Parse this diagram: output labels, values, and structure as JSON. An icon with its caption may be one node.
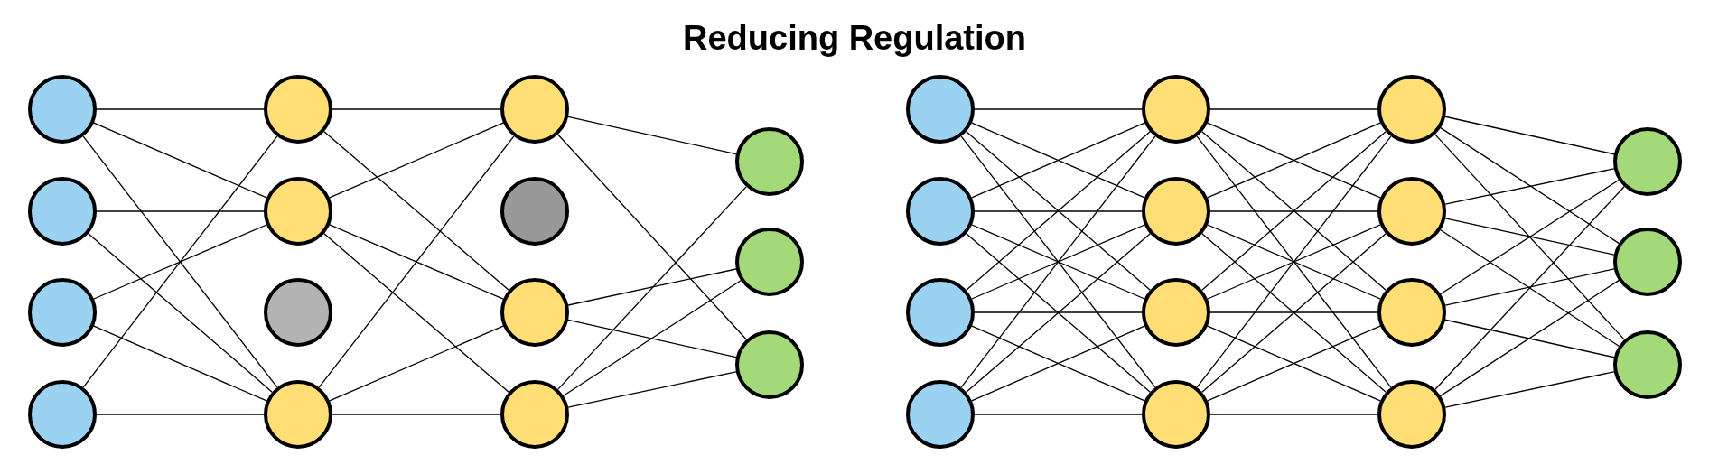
{
  "diagram": {
    "title": "Reducing Regulation",
    "nodes": [
      {
        "text": [],
        "shape": "circle"
      },
      {
        "text": [],
        "shape": "circle"
      },
      {
        "text": [],
        "shape": "circle"
      },
      {
        "text": [],
        "shape": "circle"
      },
      {
        "text": [],
        "shape": "circle"
      },
      {
        "text": [],
        "shape": "circle"
      },
      {
        "text": [],
        "shape": "circle"
      },
      {
        "text": [],
        "shape": "circle"
      },
      {
        "text": [],
        "shape": "circle"
      },
      {
        "text": [],
        "shape": "circle"
      },
      {
        "text": [],
        "shape": "circle"
      },
      {
        "text": [],
        "shape": "circle"
      },
      {
        "text": [],
        "shape": "circle"
      },
      {
        "text": [],
        "shape": "circle"
      },
      {
        "text": [],
        "shape": "circle"
      },
      {
        "text": [],
        "shape": "circle"
      },
      {
        "text": [],
        "shape": "circle"
      },
      {
        "text": [],
        "shape": "circle"
      },
      {
        "text": [],
        "shape": "circle"
      },
      {
        "text": [],
        "shape": "circle"
      },
      {
        "text": [],
        "shape": "circle"
      },
      {
        "text": [],
        "shape": "circle"
      },
      {
        "text": [],
        "shape": "circle"
      },
      {
        "text": [],
        "shape": "circle"
      },
      {
        "text": [],
        "shape": "circle"
      },
      {
        "text": [],
        "shape": "circle"
      },
      {
        "text": [],
        "shape": "circle"
      },
      {
        "text": [],
        "shape": "circle"
      },
      {
        "text": [],
        "shape": "circle"
      },
      {
        "text": [],
        "shape": "circle"
      }
    ],
    "edges": [
      {
        "from": 0,
        "to": 4,
        "arrow": "none"
      },
      {
        "from": 0,
        "to": 5,
        "arrow": "none"
      },
      {
        "from": 0,
        "to": 7,
        "arrow": "none"
      },
      {
        "from": 1,
        "to": 5,
        "arrow": "none"
      },
      {
        "from": 1,
        "to": 7,
        "arrow": "none"
      },
      {
        "from": 2,
        "to": 5,
        "arrow": "none"
      },
      {
        "from": 2,
        "to": 7,
        "arrow": "none"
      },
      {
        "from": 3,
        "to": 4,
        "arrow": "none"
      },
      {
        "from": 3,
        "to": 7,
        "arrow": "none"
      },
      {
        "from": 4,
        "to": 8,
        "arrow": "none"
      },
      {
        "from": 4,
        "to": 10,
        "arrow": "none"
      },
      {
        "from": 5,
        "to": 8,
        "arrow": "none"
      },
      {
        "from": 5,
        "to": 10,
        "arrow": "none"
      },
      {
        "from": 5,
        "to": 11,
        "arrow": "none"
      },
      {
        "from": 7,
        "to": 8,
        "arrow": "none"
      },
      {
        "from": 7,
        "to": 10,
        "arrow": "none"
      },
      {
        "from": 7,
        "to": 11,
        "arrow": "none"
      },
      {
        "from": 8,
        "to": 12,
        "arrow": "none"
      },
      {
        "from": 8,
        "to": 14,
        "arrow": "none"
      },
      {
        "from": 10,
        "to": 13,
        "arrow": "none"
      },
      {
        "from": 10,
        "to": 14,
        "arrow": "none"
      },
      {
        "from": 11,
        "to": 12,
        "arrow": "none"
      },
      {
        "from": 11,
        "to": 13,
        "arrow": "none"
      },
      {
        "from": 11,
        "to": 14,
        "arrow": "none"
      },
      {
        "from": 15,
        "to": 19,
        "arrow": "none"
      },
      {
        "from": 15,
        "to": 20,
        "arrow": "none"
      },
      {
        "from": 15,
        "to": 21,
        "arrow": "none"
      },
      {
        "from": 15,
        "to": 22,
        "arrow": "none"
      },
      {
        "from": 16,
        "to": 19,
        "arrow": "none"
      },
      {
        "from": 16,
        "to": 20,
        "arrow": "none"
      },
      {
        "from": 16,
        "to": 21,
        "arrow": "none"
      },
      {
        "from": 16,
        "to": 22,
        "arrow": "none"
      },
      {
        "from": 17,
        "to": 19,
        "arrow": "none"
      },
      {
        "from": 17,
        "to": 20,
        "arrow": "none"
      },
      {
        "from": 17,
        "to": 21,
        "arrow": "none"
      },
      {
        "from": 17,
        "to": 22,
        "arrow": "none"
      },
      {
        "from": 18,
        "to": 19,
        "arrow": "none"
      },
      {
        "from": 18,
        "to": 20,
        "arrow": "none"
      },
      {
        "from": 18,
        "to": 21,
        "arrow": "none"
      },
      {
        "from": 18,
        "to": 22,
        "arrow": "none"
      },
      {
        "from": 19,
        "to": 23,
        "arrow": "none"
      },
      {
        "from": 19,
        "to": 24,
        "arrow": "none"
      },
      {
        "from": 19,
        "to": 25,
        "arrow": "none"
      },
      {
        "from": 19,
        "to": 26,
        "arrow": "none"
      },
      {
        "from": 20,
        "to": 23,
        "arrow": "none"
      },
      {
        "from": 20,
        "to": 24,
        "arrow": "none"
      },
      {
        "from": 20,
        "to": 25,
        "arrow": "none"
      },
      {
        "from": 20,
        "to": 26,
        "arrow": "none"
      },
      {
        "from": 21,
        "to": 23,
        "arrow": "none"
      },
      {
        "from": 21,
        "to": 24,
        "arrow": "none"
      },
      {
        "from": 21,
        "to": 25,
        "arrow": "none"
      },
      {
        "from": 21,
        "to": 26,
        "arrow": "none"
      },
      {
        "from": 22,
        "to": 23,
        "arrow": "none"
      },
      {
        "from": 22,
        "to": 24,
        "arrow": "none"
      },
      {
        "from": 22,
        "to": 25,
        "arrow": "none"
      },
      {
        "from": 22,
        "to": 26,
        "arrow": "none"
      },
      {
        "from": 23,
        "to": 27,
        "arrow": "none"
      },
      {
        "from": 23,
        "to": 28,
        "arrow": "none"
      },
      {
        "from": 23,
        "to": 29,
        "arrow": "none"
      },
      {
        "from": 24,
        "to": 27,
        "arrow": "none"
      },
      {
        "from": 24,
        "to": 28,
        "arrow": "none"
      },
      {
        "from": 24,
        "to": 29,
        "arrow": "none"
      },
      {
        "from": 25,
        "to": 27,
        "arrow": "none"
      },
      {
        "from": 25,
        "to": 28,
        "arrow": "none"
      },
      {
        "from": 25,
        "to": 29,
        "arrow": "none"
      },
      {
        "from": 26,
        "to": 27,
        "arrow": "none"
      },
      {
        "from": 26,
        "to": 28,
        "arrow": "none"
      },
      {
        "from": 26,
        "to": 29,
        "arrow": "none"
      }
    ]
  }
}
